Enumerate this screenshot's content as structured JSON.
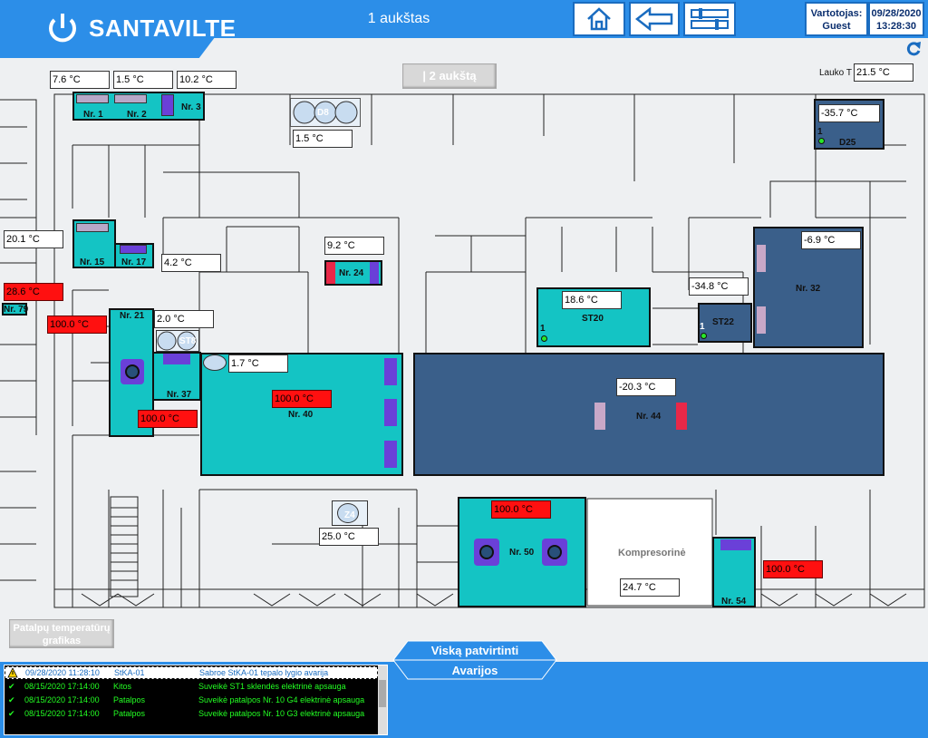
{
  "header": {
    "brand": "SANTAVILTE",
    "floor_title": "1 aukštas",
    "user_label": "Vartotojas:",
    "user_name": "Guest",
    "date": "09/28/2020",
    "time": "13:28:30",
    "icons": {
      "home": "home-icon",
      "back": "back-arrow-icon",
      "settings": "sliders-icon",
      "refresh": "refresh-icon"
    }
  },
  "floor2_button": "| 2 aukštą",
  "outside_label": "Lauko T",
  "outside_temp": "21.5 °C",
  "temps": {
    "nr1": "7.6 °C",
    "nr2": "1.5 °C",
    "nr3": "10.2 °C",
    "d8": "1.5 °C",
    "d25": "-35.7 °C",
    "left20": "20.1 °C",
    "nr17": "4.2 °C",
    "nr24": "9.2 °C",
    "nr32": "-6.9 °C",
    "left28": "28.6 °C",
    "nr21": "100.0 °C",
    "st8": "2.0 °C",
    "st20": "18.6 °C",
    "st22": "-34.8 °C",
    "nr40a": "1.7 °C",
    "nr40": "100.0 °C",
    "nr37": "100.0 °C",
    "nr44": "-20.3 °C",
    "z4": "25.0 °C",
    "nr50": "100.0 °C",
    "komp": "24.7 °C",
    "nr54": "100.0 °C"
  },
  "rooms": {
    "nr1": "Nr. 1",
    "nr2": "Nr. 2",
    "nr3": "Nr. 3",
    "d8": "D8",
    "d25": "D25",
    "nr15": "Nr. 15",
    "nr17": "Nr. 17",
    "nr24": "Nr. 24",
    "nr32": "Nr. 32",
    "nr79": "Nr. 79",
    "nr21": "Nr. 21",
    "st8": "ST8",
    "st20": "ST20",
    "st22": "ST22",
    "nr37": "Nr. 37",
    "nr40": "Nr. 40",
    "nr44": "Nr. 44",
    "z4": "Z4",
    "nr50": "Nr. 50",
    "komp": "Kompresorinė",
    "nr54": "Nr. 54",
    "d25_num": "1",
    "st20_num": "1",
    "st22_num": "1"
  },
  "graphs_button": "Patalpų temperatūrų grafikas",
  "confirm_all": "Viską patvirtinti",
  "alarms_tab": "Avarijos",
  "alarms": [
    {
      "date": "09/28/2020 11:28:10",
      "source": "StKA-01",
      "message": "Sabroe StKA-01 tepalo lygio avarija"
    },
    {
      "date": "08/15/2020 17:14:00",
      "source": "Kitos",
      "message": "Suveikė ST1 sklendės elektrinė apsauga"
    },
    {
      "date": "08/15/2020 17:14:00",
      "source": "Patalpos",
      "message": "Suveikė patalpos Nr. 10 G4 elektrinė apsauga"
    },
    {
      "date": "08/15/2020 17:14:00",
      "source": "Patalpos",
      "message": "Suveikė patalpos Nr. 10 G3 elektrinė apsauga"
    }
  ],
  "colors": {
    "header": "#2c8ee8",
    "teal": "#14c4c4",
    "navy": "#3a5f8a",
    "alarm_red": "#ff1010",
    "alarm_green": "#23ff23"
  }
}
